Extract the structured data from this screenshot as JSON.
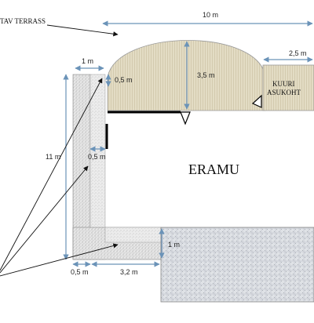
{
  "labels": {
    "terrace": "TAV TERRASS",
    "house": "ERAMU",
    "shed_line1": "KUURI",
    "shed_line2": "ASUKOHT"
  },
  "dimensions": {
    "total_width": "10 m",
    "shed_width": "2,5 m",
    "terrace_depth": "3,5 m",
    "left_strip_width": "1 m",
    "gap_top": "0,5 m",
    "left_height": "11 m",
    "gap_mid": "0,5 m",
    "bottom_strip_height": "1 m",
    "gap_bottom": "0,5 m",
    "bottom_length": "3,2 m"
  },
  "colors": {
    "terrace_fill": "#e3dcc4",
    "shed_fill": "#e3dcc4",
    "paving_fill": "#dfe2e6",
    "gravel_fill": "#e6e6e6",
    "dim_line": "#6b93b8",
    "outline": "#555555"
  }
}
